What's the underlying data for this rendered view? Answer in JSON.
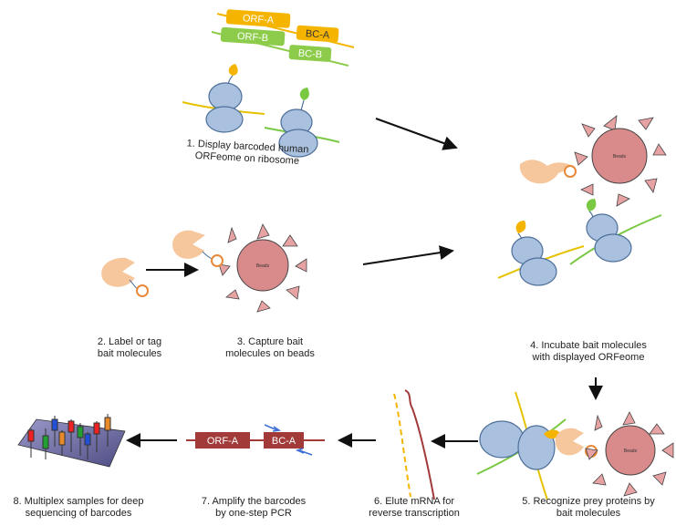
{
  "labels": {
    "orf_a": "ORF-A",
    "orf_b": "ORF-B",
    "bc_a": "BC-A",
    "bc_b": "BC-B",
    "beads": "Beads"
  },
  "steps": [
    {
      "line1": "1. Display barcoded human",
      "line2": "ORFeome on ribosome"
    },
    {
      "line1": "2. Label or tag",
      "line2": "bait molecules"
    },
    {
      "line1": "3. Capture bait",
      "line2": "molecules on beads"
    },
    {
      "line1": "4. Incubate bait molecules",
      "line2": "with displayed ORFeome"
    },
    {
      "line1": "5. Recognize prey proteins by",
      "line2": "bait molecules"
    },
    {
      "line1": "6. Elute mRNA for",
      "line2": "reverse transcription"
    },
    {
      "line1": "7. Amplify the barcodes",
      "line2": "by one-step PCR"
    },
    {
      "line1": "8. Multiplex samples for deep",
      "line2": "sequencing of barcodes"
    }
  ],
  "colors": {
    "orf_a_box": "#f5b400",
    "orf_b_box": "#8ccc4a",
    "bead": "#d98a8a",
    "spike": "#e7a3a3",
    "ribosome": "#a9c1de",
    "bait": "#f6c79c",
    "tag": "#e8893a",
    "mrna_yellow": "#e6c200",
    "mrna_green": "#7ac943",
    "dna_red": "#a33a3a",
    "primer": "#3e6fd6",
    "plate": "#6b6aa3"
  }
}
